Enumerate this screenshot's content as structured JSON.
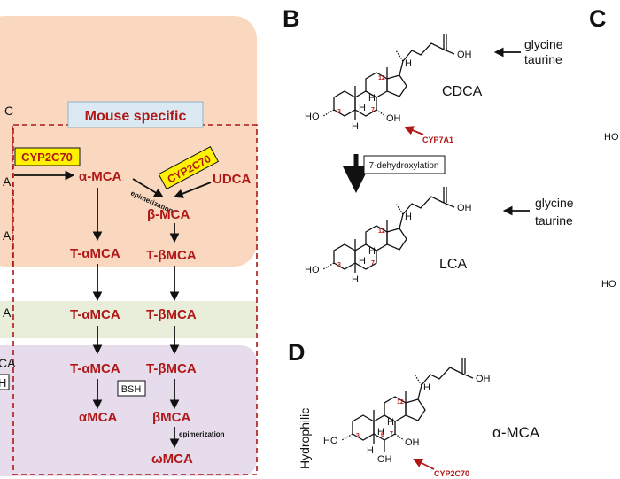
{
  "panel_a": {
    "title": "Mouse specific",
    "left_labels": [
      "C",
      "A",
      "A",
      "A",
      "CA",
      "H"
    ],
    "enzyme_cyp2c70": "CYP2C70",
    "enzyme_cyp2c70_b": "CYP2C70",
    "alpha_mca": "α-MCA",
    "udca": "UDCA",
    "beta_mca": "β-MCA",
    "epimerization_1": "epimerization",
    "t_amca_1": "T-αMCA",
    "t_bmca_1": "T-βMCA",
    "t_amca_2": "T-αMCA",
    "t_bmca_2": "T-βMCA",
    "t_amca_3": "T-αMCA",
    "t_bmca_3": "T-βMCA",
    "bsh": "BSH",
    "amca": "αMCA",
    "bmca": "βMCA",
    "epimerization_2": "epimerization",
    "wmca": "ωMCA"
  },
  "panel_b": {
    "letter": "B",
    "mol1_name": "CDCA",
    "mol2_name": "LCA",
    "conj1": [
      "glycine",
      "taurine"
    ],
    "conj2": [
      "glycine",
      "taurine"
    ],
    "enzyme": "CYP7A1",
    "step": "7-dehydroxylation",
    "oh": "OH",
    "ho": "HO",
    "h": "H",
    "n3": "3",
    "n7": "7",
    "n12": "12"
  },
  "panel_c": {
    "letter": "C",
    "ho_1": "HO",
    "ho_2": "HO"
  },
  "panel_d": {
    "letter": "D",
    "side_label": "Hydrophilic",
    "mol_name": "α-MCA",
    "enzyme": "CYP2C70",
    "n6": "6"
  },
  "colors": {
    "orange": "#fad8c0",
    "green": "#e9eeda",
    "purple": "#e6dcec",
    "label_red": "#b01818",
    "title_box": "#dbe9f2",
    "enzyme_yellow": "#fff200"
  }
}
